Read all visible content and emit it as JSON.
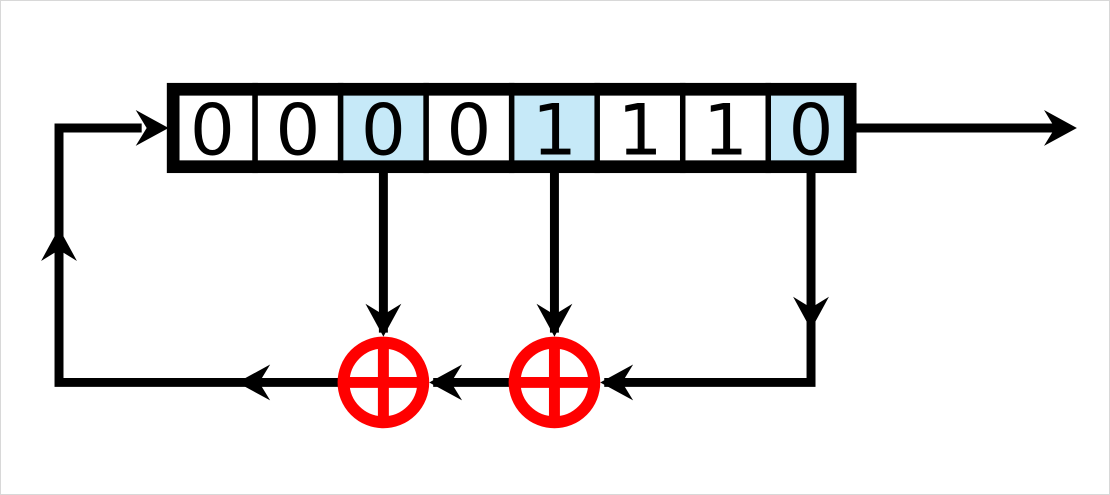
{
  "diagram": {
    "type": "linear-feedback-shift-register",
    "register": {
      "cell_count": 8,
      "bits": [
        "0",
        "0",
        "0",
        "0",
        "1",
        "1",
        "1",
        "0"
      ],
      "highlighted_cells": [
        3,
        5,
        8
      ]
    },
    "taps": [
      3,
      5,
      8
    ],
    "xor_gate_count": 2,
    "colors": {
      "line": "#000000",
      "cell_background": "#ffffff",
      "highlight": "#c6e9f8",
      "xor": "#ff0000",
      "digit": "#000000",
      "background": "#ffffff"
    }
  }
}
